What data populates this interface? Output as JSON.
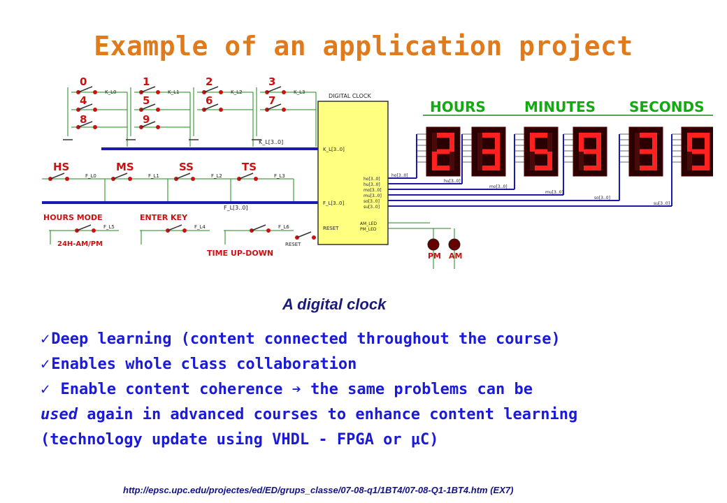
{
  "slide": {
    "title": "Example of an application project",
    "caption": "A digital clock",
    "bullets": [
      {
        "check": "✓",
        "text": "Deep learning (content connected throughout the course)"
      },
      {
        "check": "✓",
        "text": "Enables whole class collaboration"
      },
      {
        "check": "✓",
        "text": " Enable content coherence",
        "arrow": "➔",
        "text2": " the same problems can be",
        "line2_em": "used",
        "line2": " again in advanced courses to enhance content learning",
        "line3": "(technology update using VHDL - FPGA or µC)"
      }
    ],
    "url": "http://epsc.upc.edu/projectes/ed/ED/grups_classe/07-08-q1/1BT4/07-08-Q1-1BT4.htm  (EX7)"
  },
  "schematic": {
    "block_title": "DIGITAL CLOCK",
    "pins_left": [
      "K_L[3..0]",
      "F_L[3..0]",
      "RESET"
    ],
    "pins_right": [
      "ho[3..0]",
      "hu[3..0]",
      "mo[3..0]",
      "mu[3..0]",
      "so[3..0]",
      "su[3..0]"
    ],
    "led_pins": [
      "AM_LED",
      "PM_LED"
    ],
    "keypad_labels": [
      "0",
      "1",
      "2",
      "3",
      "4",
      "5",
      "6",
      "7",
      "8",
      "9"
    ],
    "key_tags": [
      "K_L0",
      "K_L1",
      "K_L2",
      "K_L3"
    ],
    "bus_k": "K_L[3..0]",
    "bus_f": "F_L[3..0]",
    "function_keys": [
      "HS",
      "MS",
      "SS",
      "TS"
    ],
    "fkey_tags": [
      "F_L0",
      "F_L1",
      "F_L2",
      "F_L3"
    ],
    "hours_mode": "HOURS MODE",
    "hours_mode_sub": "24H-AM/PM",
    "enter_key": "ENTER KEY",
    "time_updown": "TIME UP-DOWN",
    "reset_label": "RESET",
    "f_tags_bottom": [
      "F_L5",
      "F_L4",
      "F_L6"
    ],
    "group_labels": [
      "HOURS",
      "MINUTES",
      "SECONDS"
    ],
    "digits": [
      "2",
      "3",
      "5",
      "9",
      "3",
      "9"
    ],
    "bus_tags": [
      "ho[3..0]",
      "hu[3..0]",
      "mo[3..0]",
      "mu[3..0]",
      "so[3..0]",
      "su[3..0]"
    ],
    "lamps": [
      "PM",
      "AM"
    ],
    "colors": {
      "wire": "#1a8a1a",
      "bus": "#1a1ab0",
      "segment": "#ff2020",
      "display_bg": "#2a0000",
      "block": "#ffff80",
      "label_green": "#11aa11",
      "label_red": "#cc1111"
    }
  }
}
